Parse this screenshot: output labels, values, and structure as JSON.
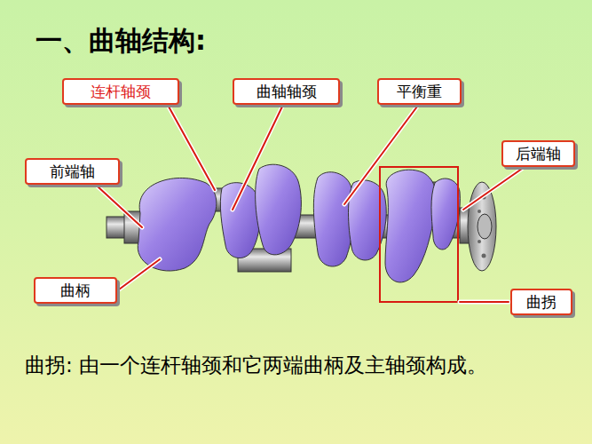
{
  "diagram": {
    "title": "一、曲轴结构:",
    "caption": "曲拐: 由一个连杆轴颈和它两端曲柄及主轴颈构成。",
    "nodes": [
      {
        "text": [
          "连杆轴颈"
        ]
      },
      {
        "text": [
          "曲轴轴颈"
        ]
      },
      {
        "text": [
          "平衡重"
        ]
      },
      {
        "text": [
          "前端轴"
        ]
      },
      {
        "text": [
          "后端轴"
        ]
      },
      {
        "text": [
          "曲柄"
        ]
      },
      {
        "text": [
          "曲拐"
        ]
      }
    ]
  }
}
